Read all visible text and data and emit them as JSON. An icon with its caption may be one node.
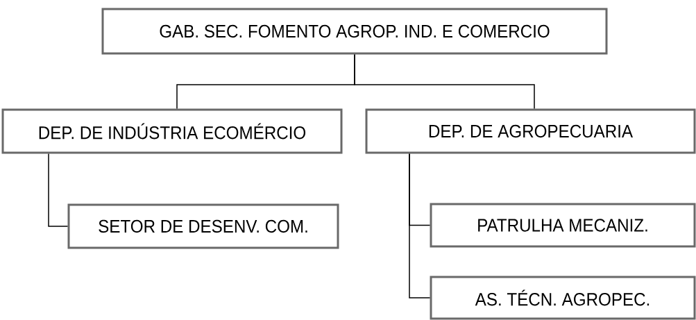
{
  "diagram": {
    "nodes": [
      {
        "text": [
          "GAB. SEC. FOMENTO AGROP. IND. E COMERCIO"
        ]
      },
      {
        "text": [
          "DEP. DE INDÚSTRIA ECOMÉRCIO"
        ]
      },
      {
        "text": [
          "DEP. DE AGROPECUARIA"
        ]
      },
      {
        "text": [
          "SETOR DE DESENV. COM."
        ]
      },
      {
        "text": [
          "PATRULHA MECANIZ."
        ]
      },
      {
        "text": [
          "AS. TÉCN. AGROPEC."
        ]
      }
    ],
    "edges": [
      {
        "from": 0,
        "to": 1,
        "arrow": "none"
      },
      {
        "from": 0,
        "to": 2,
        "arrow": "none"
      },
      {
        "from": 1,
        "to": 3,
        "arrow": "none"
      },
      {
        "from": 2,
        "to": 4,
        "arrow": "none"
      },
      {
        "from": 2,
        "to": 5,
        "arrow": "none"
      }
    ]
  }
}
